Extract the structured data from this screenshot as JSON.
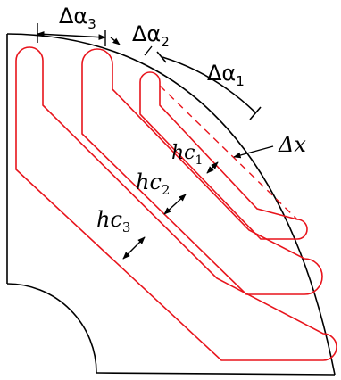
{
  "labels": {
    "da3": {
      "sym": "Δα",
      "sub": "3"
    },
    "da2": {
      "sym": "Δα",
      "sub": "2"
    },
    "da1": {
      "sym": "Δα",
      "sub": "1"
    },
    "dx": {
      "sym": "Δx"
    },
    "hc1": {
      "sym": "hc",
      "sub": "1"
    },
    "hc2": {
      "sym": "hc",
      "sub": "2"
    },
    "hc3": {
      "sym": "hc",
      "sub": "3"
    }
  },
  "colors": {
    "outline": "#000000",
    "slot": "#e8141c",
    "background": "#ffffff"
  }
}
